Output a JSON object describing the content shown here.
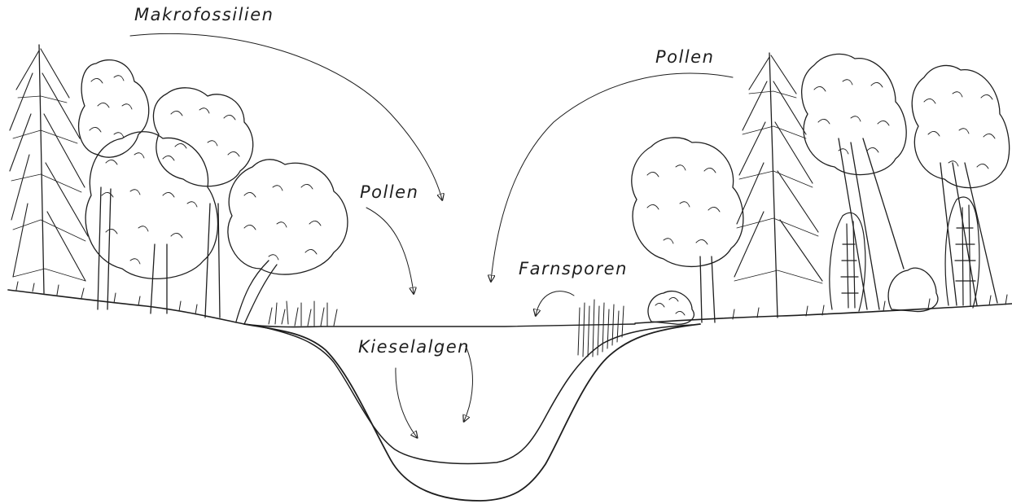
{
  "labels": {
    "macrofossils": "Makrofossilien",
    "pollen_right": "Pollen",
    "pollen_left": "Pollen",
    "fern_spores": "Farnsporen",
    "diatoms": "Kieselalgen"
  },
  "colors": {
    "ink": "#1e1e1e",
    "background": "#ffffff"
  }
}
